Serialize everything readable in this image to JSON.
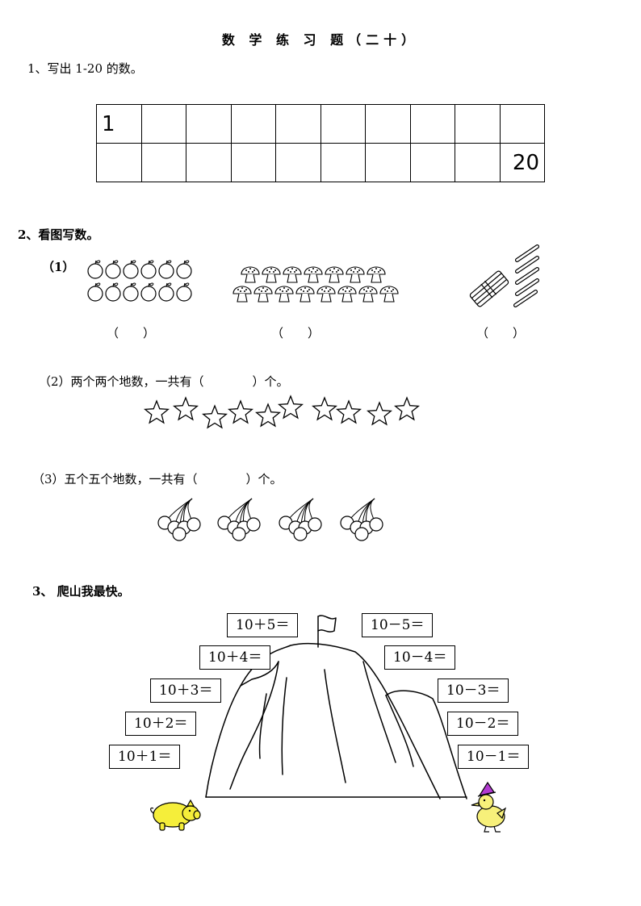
{
  "title": "数 学 练 习 题（二十）",
  "q1": {
    "label": "1、写出 1-20 的数。",
    "first": "1",
    "last": "20"
  },
  "q2": {
    "label": "2、看图写数。",
    "sub1": "（1）",
    "blank": "（　　）",
    "sub2": "（2）两个两个地数，一共有（　　　　）个。",
    "sub3": "（3）五个五个地数，一共有（　　　　）个。"
  },
  "q3": {
    "label": "3、  爬山我最快。",
    "left_eqs": [
      "10＋5＝",
      "10＋4＝",
      "10＋3＝",
      "10＋2＝",
      "10＋1＝"
    ],
    "right_eqs": [
      "10－5＝",
      "10－4＝",
      "10－3＝",
      "10－2＝",
      "10－1＝"
    ]
  },
  "colors": {
    "pig": "#f5ee3a",
    "duck": "#f7f07a",
    "hat": "#b23ad1"
  }
}
